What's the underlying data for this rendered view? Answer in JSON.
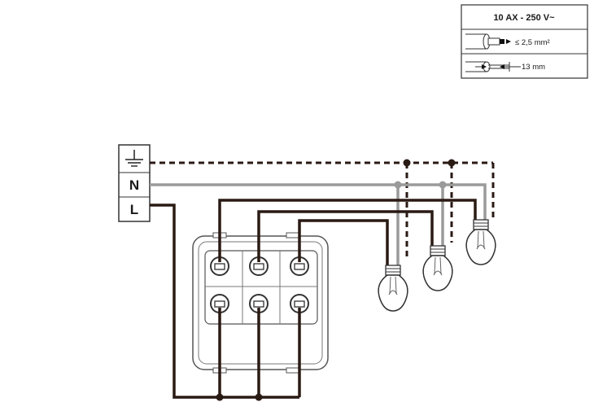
{
  "spec_box": {
    "rating": "10 AX - 250 V~",
    "wire_section": "≤ 2,5 mm²",
    "strip_length": "13 mm"
  },
  "terminal_block": {
    "neutral_label": "N",
    "line_label": "L",
    "earth_icon": "earth-ground-icon"
  },
  "colors": {
    "line": "#2a1a14",
    "neutral": "#9a9a9a",
    "earth_dashed": "#2a1a14",
    "device_outline": "#555555"
  },
  "switch_module": {
    "rows": 2,
    "columns": 3
  },
  "lamps": {
    "count": 3
  }
}
